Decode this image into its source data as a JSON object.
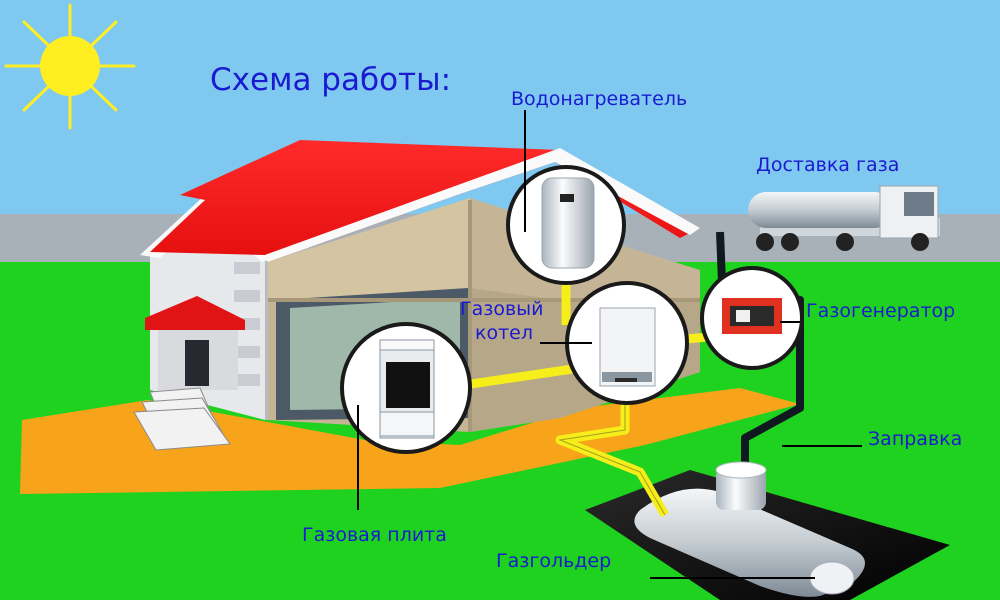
{
  "title": "Схема работы:",
  "labels": {
    "water_heater": "Водонагреватель",
    "gas_delivery": "Доставка газа",
    "gas_boiler_line1": "Газовый",
    "gas_boiler_line2": "котел",
    "gas_generator": "Газогенератор",
    "refueling": "Заправка",
    "gas_stove": "Газовая плита",
    "gas_holder": "Газгольдер"
  },
  "colors": {
    "sky": "#7fc8f0",
    "road": "#a8b0b8",
    "grass": "#1fd21f",
    "roof": "#f01818",
    "gas_pipe": "#f6ee1a",
    "label_text": "#1a1ad0",
    "walkway": "#f7a41a"
  }
}
